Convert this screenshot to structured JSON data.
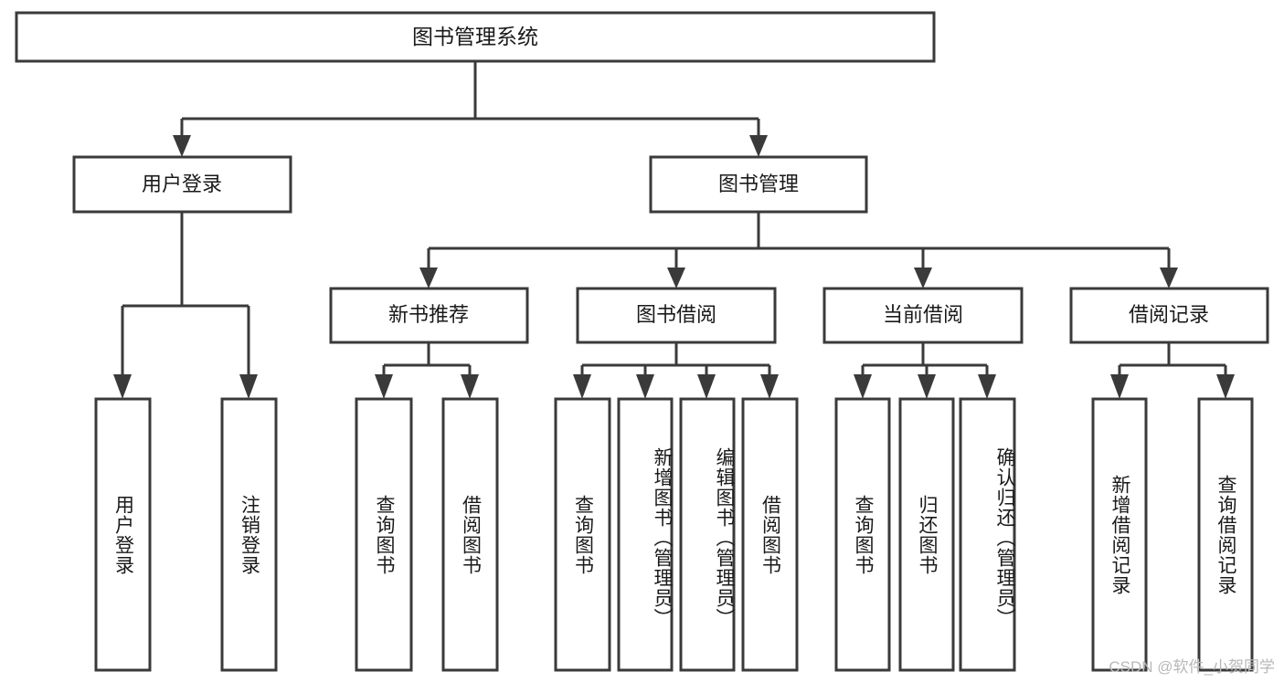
{
  "diagram": {
    "title": "图书管理系统",
    "watermark": "CSDN @软件_小贺同学",
    "colors": {
      "stroke": "#3a3a3a",
      "fill": "#ffffff",
      "text": "#1a1a1a",
      "watermark": "#b8b8b8"
    },
    "level1": {
      "label": "图书管理系统"
    },
    "level2": [
      {
        "label": "用户登录"
      },
      {
        "label": "图书管理"
      }
    ],
    "level3": [
      {
        "label": "新书推荐"
      },
      {
        "label": "图书借阅"
      },
      {
        "label": "当前借阅"
      },
      {
        "label": "借阅记录"
      }
    ],
    "leaves": {
      "user_login": [
        {
          "label": "用户登录"
        },
        {
          "label": "注销登录"
        }
      ],
      "new_book": [
        {
          "label": "查询图书"
        },
        {
          "label": "借阅图书"
        }
      ],
      "book_borrow": [
        {
          "label": "查询图书"
        },
        {
          "label": "新增图书（管理员）"
        },
        {
          "label": "编辑图书（管理员）"
        },
        {
          "label": "借阅图书"
        }
      ],
      "current_borrow": [
        {
          "label": "查询图书"
        },
        {
          "label": "归还图书"
        },
        {
          "label": "确认归还（管理员）"
        }
      ],
      "borrow_record": [
        {
          "label": "新增借阅记录"
        },
        {
          "label": "查询借阅记录"
        }
      ]
    }
  }
}
